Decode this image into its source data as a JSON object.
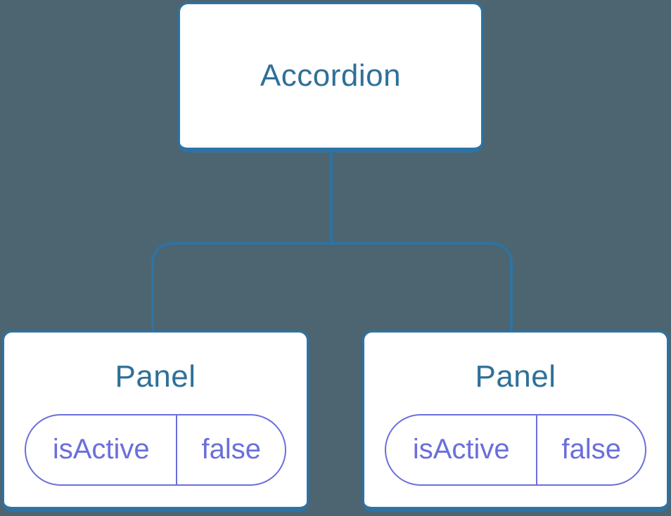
{
  "diagram": {
    "type": "component-tree",
    "colors": {
      "background": "#4C6570",
      "node_fill": "#FFFFFF",
      "node_border": "#2E73A3",
      "node_label": "#2E7099",
      "connector": "#2E73A3",
      "state_pill": "#6A6FDB"
    },
    "root": {
      "label": "Accordion"
    },
    "children": [
      {
        "label": "Panel",
        "state": {
          "name": "isActive",
          "value": "false"
        }
      },
      {
        "label": "Panel",
        "state": {
          "name": "isActive",
          "value": "false"
        }
      }
    ]
  }
}
